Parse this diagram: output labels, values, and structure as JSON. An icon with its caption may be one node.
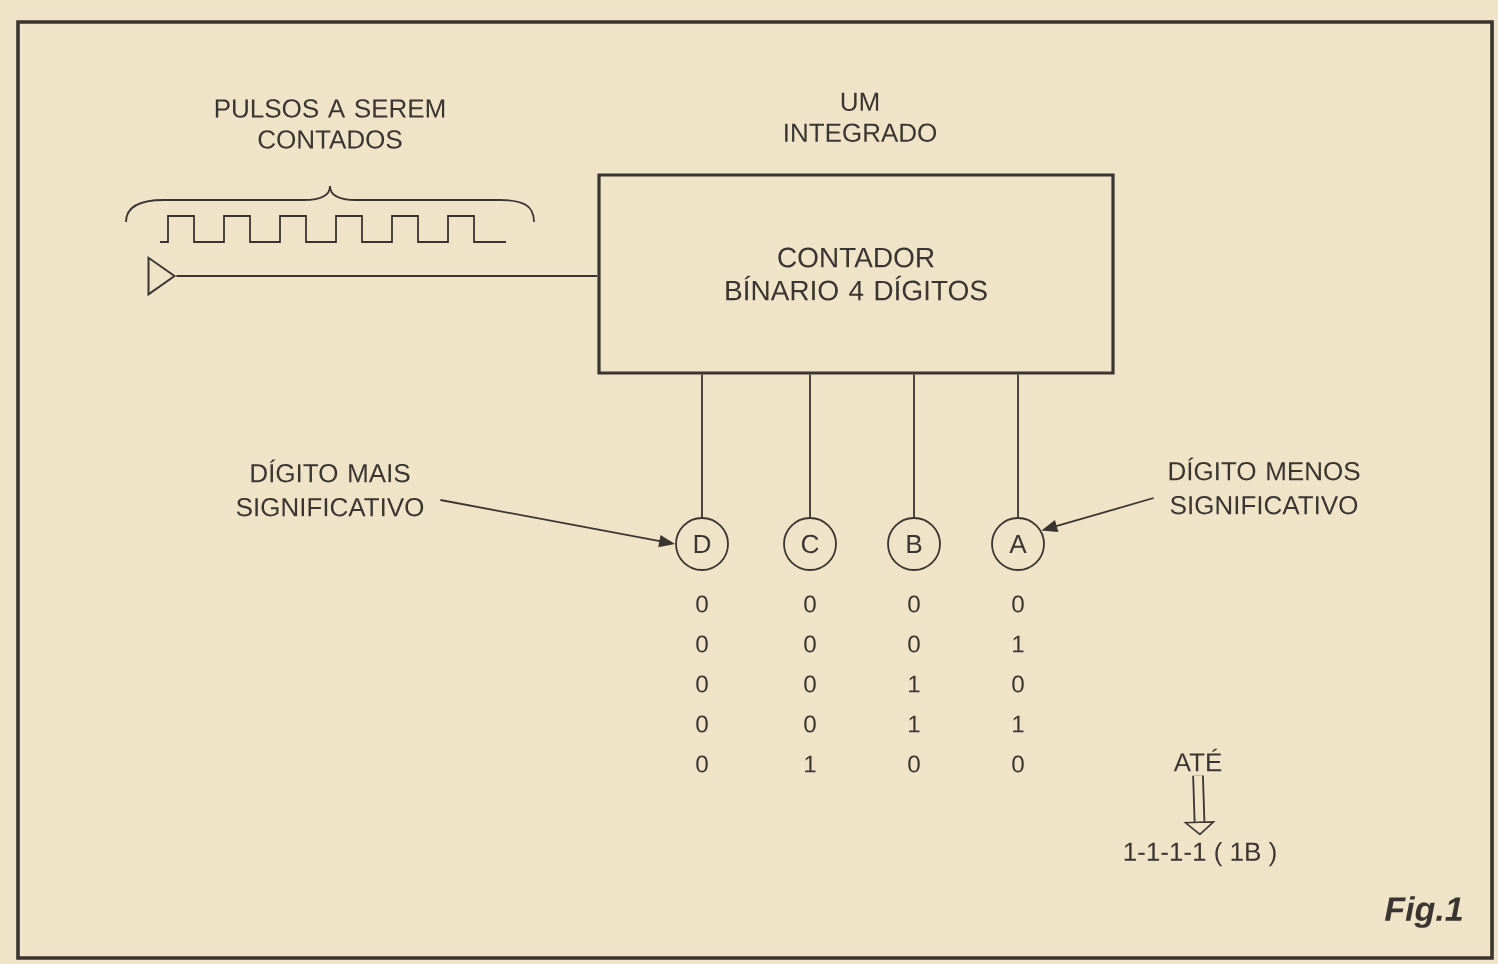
{
  "diagram": {
    "nodes": [
      {
        "text": [
          "CONTADOR BÍNARIO 4 DÍGITOS"
        ],
        "beside": [
          "UM INTEGRADO"
        ]
      },
      {
        "text": [],
        "shape": "triangle"
      },
      {
        "text": [
          "D"
        ]
      },
      {
        "text": [
          "C"
        ]
      },
      {
        "text": [
          "B"
        ]
      },
      {
        "text": [
          "A"
        ]
      },
      {
        "text": [
          "DÍGITO MAIS SIGNIFICATIVO"
        ]
      },
      {
        "text": [
          "DÍGITO MENOS SIGNIFICATIVO"
        ]
      },
      {
        "text": [
          "ATÉ"
        ]
      },
      {
        "text": [
          "1-1-1-1 ( 1B )"
        ]
      }
    ],
    "edges": [
      {
        "from": 1,
        "to": 0,
        "arrow": "none"
      },
      {
        "from": 0,
        "to": 2,
        "arrow": "none"
      },
      {
        "from": 0,
        "to": 3,
        "arrow": "none"
      },
      {
        "from": 0,
        "to": 4,
        "arrow": "none"
      },
      {
        "from": 0,
        "to": 5,
        "arrow": "none"
      },
      {
        "from": 6,
        "to": 2,
        "arrow": "to"
      },
      {
        "from": 7,
        "to": 5,
        "arrow": "to"
      },
      {
        "from": 8,
        "to": 9,
        "arrow": "to",
        "style": "thick"
      }
    ],
    "labels": [
      "PULSOS A SEREM CONTADOS",
      "0",
      "0",
      "0",
      "0",
      "0",
      "0",
      "0",
      "1",
      "0",
      "0",
      "1",
      "0",
      "0",
      "0",
      "1",
      "1",
      "0",
      "1",
      "0",
      "0",
      "Fig.1"
    ]
  }
}
